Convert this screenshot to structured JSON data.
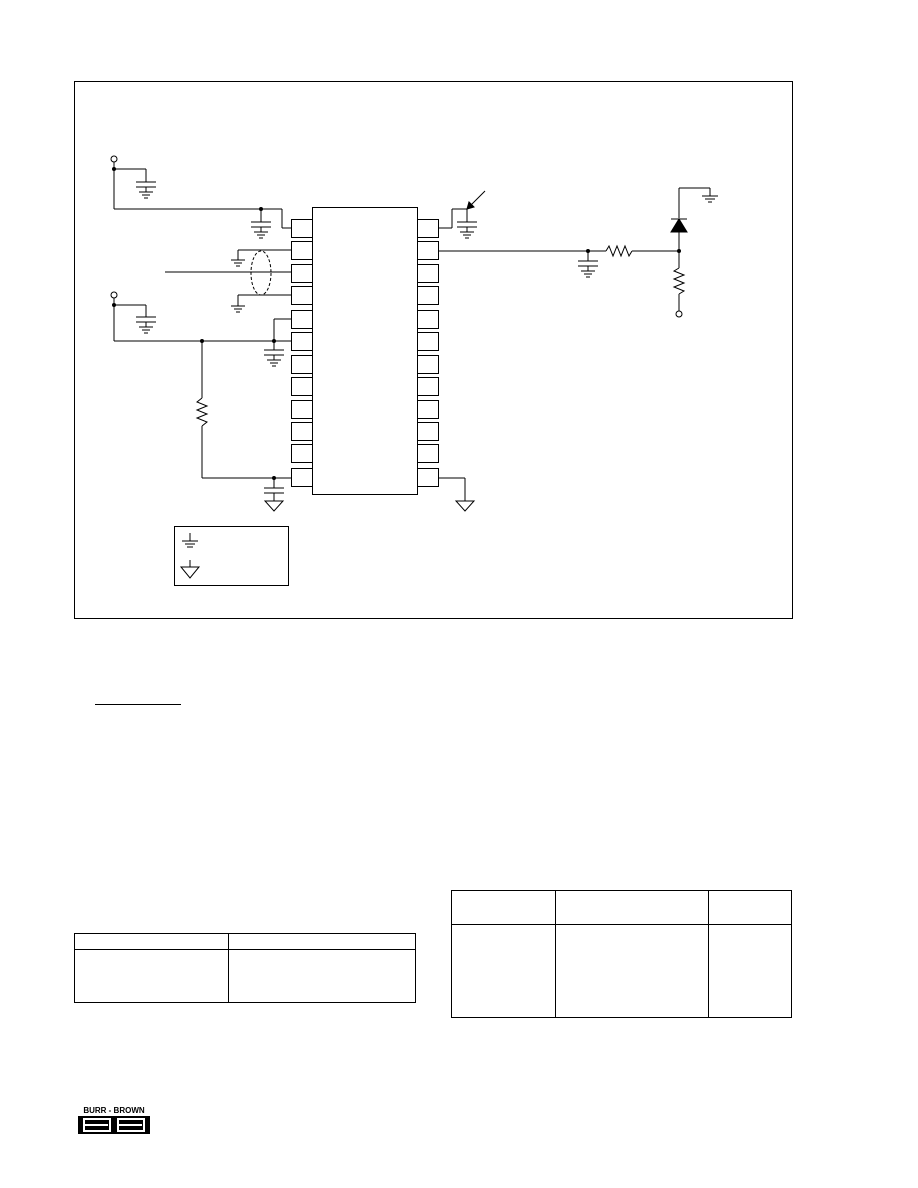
{
  "figure": {
    "frame": "schematic-figure",
    "legend": {
      "symbols": [
        "analog-ground-icon",
        "digital-ground-icon"
      ]
    }
  },
  "tables": {
    "left": {
      "header": [
        "",
        ""
      ],
      "rows": [
        [
          "",
          ""
        ]
      ]
    },
    "right": {
      "header": [
        "",
        "",
        ""
      ],
      "rows": [
        [
          "",
          "",
          ""
        ]
      ]
    }
  },
  "footer": {
    "logo_text": "BURR - BROWN",
    "logo_mark": "BB"
  }
}
